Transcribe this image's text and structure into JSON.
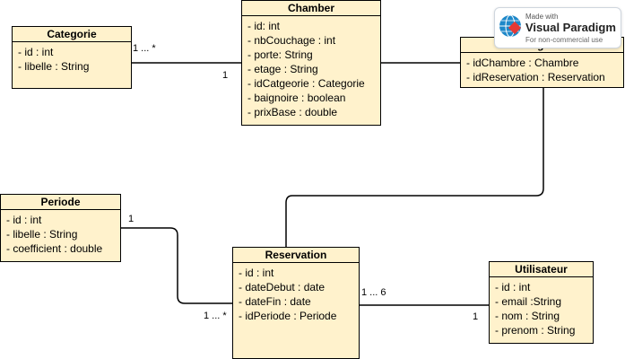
{
  "classes": {
    "categorie": {
      "name": "Categorie",
      "attrs": [
        "- id : int",
        "- libelle : String"
      ]
    },
    "chamber": {
      "name": "Chamber",
      "attrs": [
        "- id: int",
        "- nbCouchage : int",
        "- porte: String",
        "- etage : String",
        "- idCatgeorie : Categorie",
        "- baignoire : boolean",
        "- prixBase : double"
      ]
    },
    "ligne": {
      "name": "Ligne",
      "attrs": [
        "- idChambre : Chambre",
        "- idReservation : Reservation"
      ]
    },
    "periode": {
      "name": "Periode",
      "attrs": [
        "- id : int",
        "- libelle : String",
        "- coefficient : double"
      ]
    },
    "reservation": {
      "name": "Reservation",
      "attrs": [
        "- id : int",
        "- dateDebut : date",
        "- dateFin : date",
        "- idPeriode : Periode"
      ]
    },
    "utilisateur": {
      "name": "Utilisateur",
      "attrs": [
        "- id : int",
        "- email :String",
        "- nom : String",
        "- prenom : String"
      ]
    }
  },
  "multiplicities": {
    "cat_chamber_left": "1 ... *",
    "cat_chamber_right": "1",
    "periode_res_left": "1",
    "periode_res_right": "1 ... *",
    "res_user_left": "1 ... 6",
    "res_user_right": "1"
  },
  "badge": {
    "made_with": "Made with",
    "brand": "Visual Paradigm",
    "note": "For non-commercial use"
  }
}
